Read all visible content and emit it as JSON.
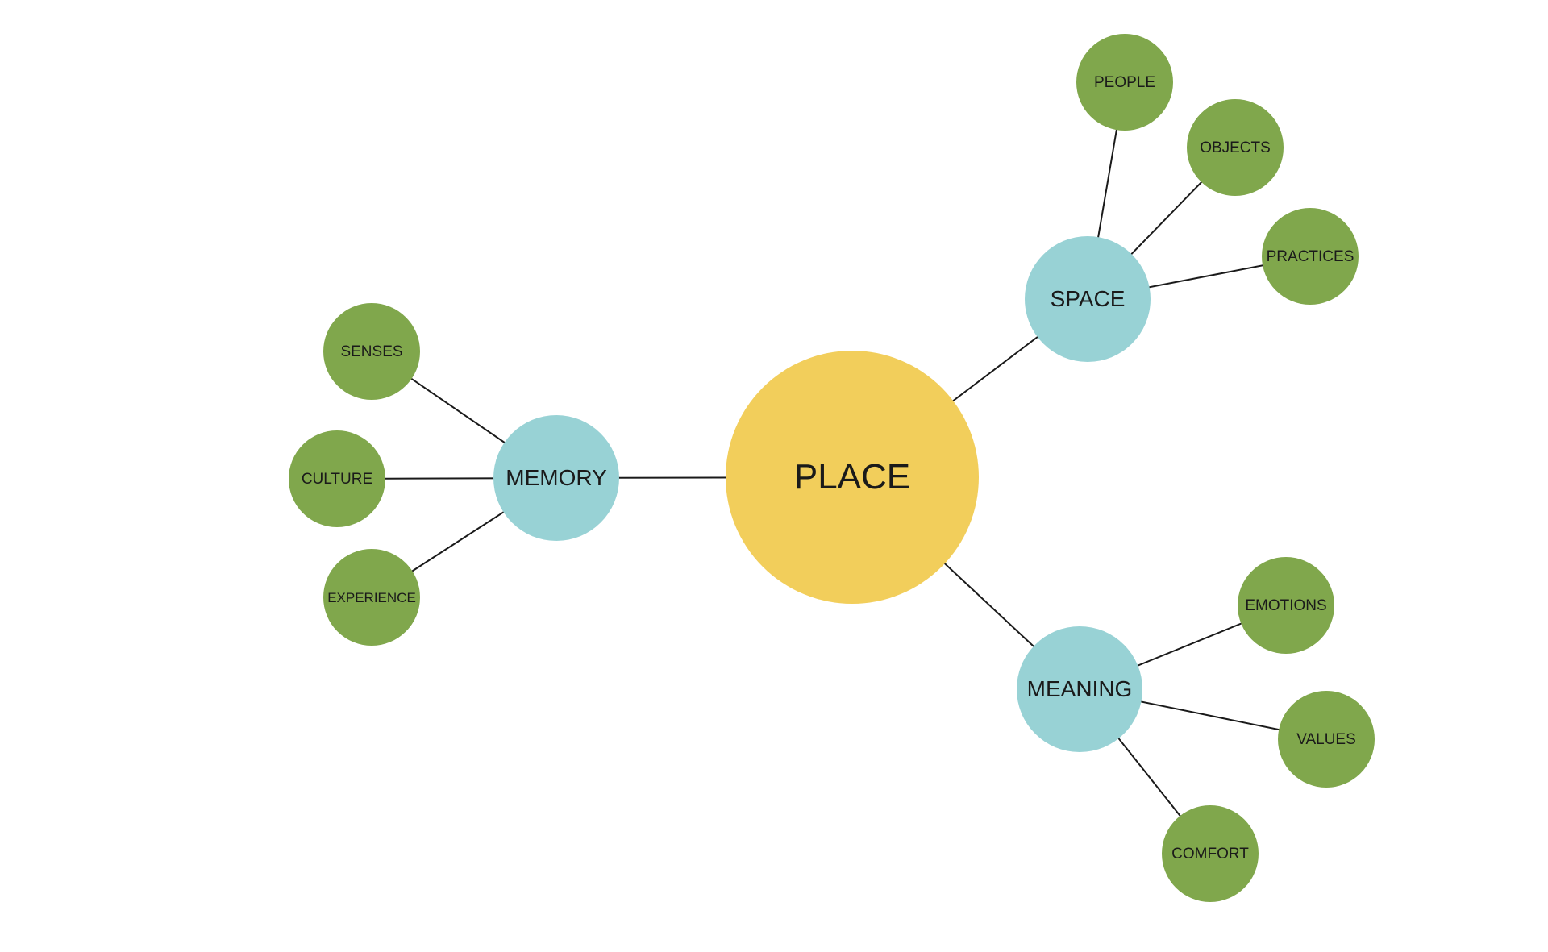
{
  "colors": {
    "root": "#F2CE5B",
    "branch": "#98D2D5",
    "leaf": "#80A74C",
    "line": "#1a1a1a",
    "text": "#1a1a1a"
  },
  "mindmap": {
    "root": {
      "label": "PLACE"
    },
    "branches": [
      {
        "label": "MEMORY",
        "leaves": [
          {
            "label": "SENSES"
          },
          {
            "label": "CULTURE"
          },
          {
            "label": "EXPERIENCE"
          }
        ]
      },
      {
        "label": "SPACE",
        "leaves": [
          {
            "label": "PEOPLE"
          },
          {
            "label": "OBJECTS"
          },
          {
            "label": "PRACTICES"
          }
        ]
      },
      {
        "label": "MEANING",
        "leaves": [
          {
            "label": "EMOTIONS"
          },
          {
            "label": "VALUES"
          },
          {
            "label": "COMFORT"
          }
        ]
      }
    ]
  }
}
